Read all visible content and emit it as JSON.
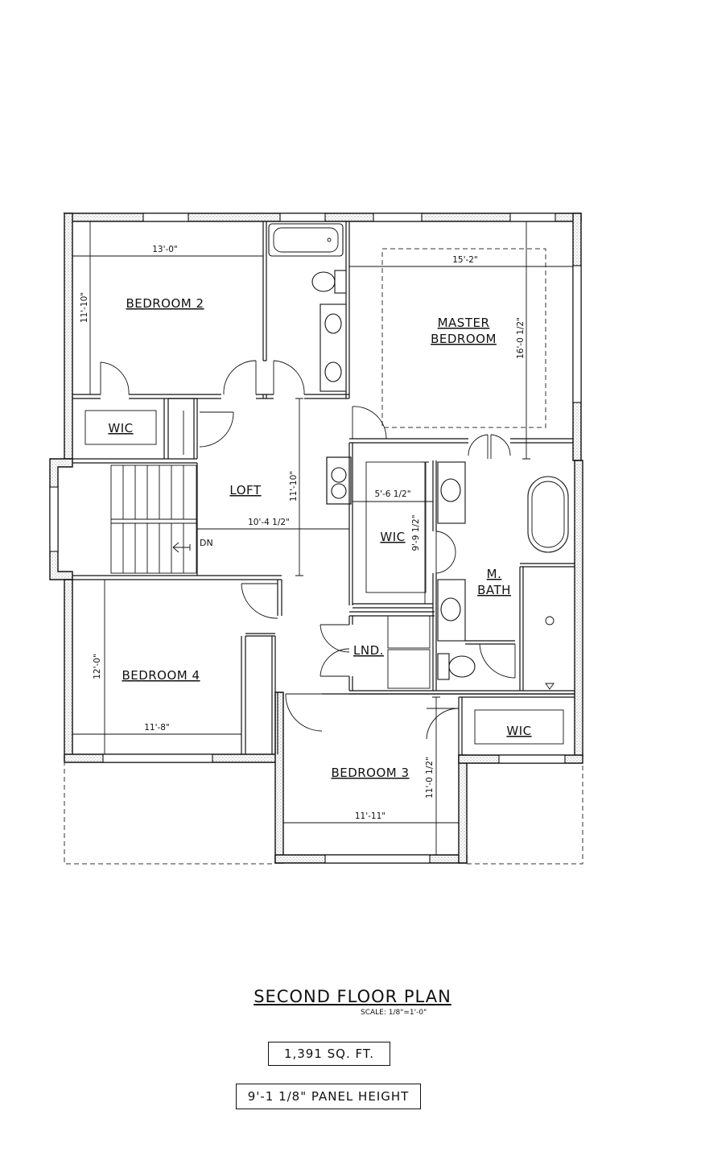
{
  "plan": {
    "title": "SECOND FLOOR PLAN",
    "scale": "SCALE: 1/8\"=1'-0\"",
    "area": "1,391 SQ. FT.",
    "panel_height": "9'-1 1/8\" PANEL HEIGHT"
  },
  "rooms": {
    "bedroom2": "BEDROOM 2",
    "master_line1": "MASTER",
    "master_line2": "BEDROOM",
    "wic_bed2": "WIC",
    "loft": "LOFT",
    "wic_master": "WIC",
    "mbath_line1": "M.",
    "mbath_line2": "BATH",
    "bedroom4": "BEDROOM 4",
    "laundry": "LND.",
    "bedroom3": "BEDROOM 3",
    "wic_bed3": "WIC",
    "stair_dn": "DN"
  },
  "dimensions": {
    "bed2_width": "13'-0\"",
    "bed2_depth": "11'-10\"",
    "master_width": "15'-2\"",
    "master_depth": "16'-0 1/2\"",
    "loft_depth": "11'-10\"",
    "loft_width": "10'-4 1/2\"",
    "wic_width": "5'-6 1/2\"",
    "wic_depth": "9'-9 1/2\"",
    "bed4_depth": "12'-0\"",
    "bed4_width": "11'-8\"",
    "bed3_depth": "11'-0 1/2\"",
    "bed3_width": "11'-11\""
  }
}
